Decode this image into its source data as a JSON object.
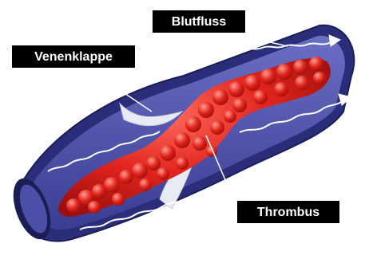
{
  "labels": {
    "blood_flow": "Blutfluss",
    "venous_valve": "Venenklappe",
    "thrombus": "Thrombus"
  },
  "colors": {
    "vein_wall_outer": "#2a2d7a",
    "vein_wall_inner": "#4b4fa8",
    "vein_lumen": "#5b5fb5",
    "valve": "#e8eaf4",
    "thrombus": "#e0231c",
    "thrombus_highlight": "#ff8a80",
    "flow_line": "#ffffff",
    "label_bg": "#000000",
    "label_text": "#ffffff"
  }
}
